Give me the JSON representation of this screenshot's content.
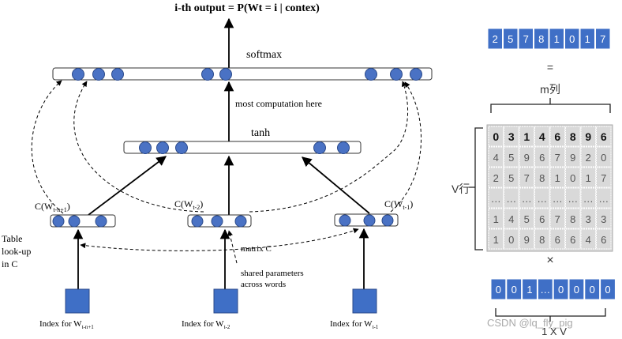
{
  "title": "i-th output = P(Wt = i | contex)",
  "labels": {
    "softmax": "softmax",
    "most_computation": "most computation here",
    "tanh": "tanh",
    "c_left": "C(W",
    "c_left_sub": "t-n+1",
    "c_mid": "C(W",
    "c_mid_sub": "t-2",
    "c_right": "C(W",
    "c_right_sub": "t-1",
    "close_paren": ")",
    "table_lookup_1": "Table",
    "table_lookup_2": "look-up",
    "table_lookup_3": "in C",
    "matrix_c": "matrix C",
    "shared_1": "shared parameters",
    "shared_2": "across words",
    "index_prefix": "Index for W",
    "index_left_sub": "t-n+1",
    "index_mid_sub": "t-2",
    "index_right_sub": "t-1"
  },
  "right_panel": {
    "top_vector": [
      "2",
      "5",
      "7",
      "8",
      "1",
      "0",
      "1",
      "7"
    ],
    "equals": "=",
    "m_label": "m列",
    "v_label": "V行",
    "matrix_rows": [
      [
        "0",
        "3",
        "1",
        "4",
        "6",
        "8",
        "9",
        "6"
      ],
      [
        "4",
        "5",
        "9",
        "6",
        "7",
        "9",
        "2",
        "0"
      ],
      [
        "2",
        "5",
        "7",
        "8",
        "1",
        "0",
        "1",
        "7"
      ],
      [
        "…",
        "…",
        "…",
        "…",
        "…",
        "…",
        "…",
        "…"
      ],
      [
        "1",
        "4",
        "5",
        "6",
        "7",
        "8",
        "3",
        "3"
      ],
      [
        "1",
        "0",
        "9",
        "8",
        "6",
        "6",
        "4",
        "6"
      ]
    ],
    "times": "×",
    "bottom_vector": [
      "0",
      "0",
      "1",
      "…",
      "0",
      "0",
      "0",
      "0"
    ],
    "dims_label": "1 X V"
  },
  "watermark": "CSDN @lq_fly_pig",
  "colors": {
    "node_blue": "#4a72c4",
    "cell_blue": "#3f6fc6",
    "grid_bg": "#d9d9d9"
  }
}
